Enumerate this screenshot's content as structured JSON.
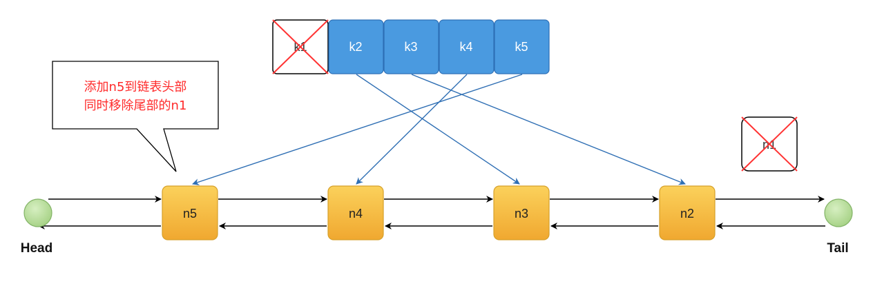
{
  "keys": {
    "removed": "k1",
    "active": [
      "k2",
      "k3",
      "k4",
      "k5"
    ]
  },
  "list": {
    "nodes": [
      "n5",
      "n4",
      "n3",
      "n2"
    ],
    "removed_node": "n1",
    "head_label": "Head",
    "tail_label": "Tail"
  },
  "callout": {
    "line1": "添加n5到链表头部",
    "line2": "同时移除尾部的n1"
  },
  "mappings": [
    {
      "key": "k2",
      "node": "n3"
    },
    {
      "key": "k3",
      "node": "n2"
    },
    {
      "key": "k4",
      "node": "n4"
    },
    {
      "key": "k5",
      "node": "n5"
    }
  ],
  "colors": {
    "key_fill": "#4a9ae0",
    "key_stroke": "#2d6fb6",
    "node_fill_top": "#fbd15b",
    "node_fill_bottom": "#f0a830",
    "node_stroke": "#d6a02a",
    "end_fill": "#b5dd93",
    "end_stroke": "#82b366",
    "map_arrow": "#2f6fb4",
    "link_arrow": "#000000",
    "cross": "#ff3333",
    "callout_text": "#ff2a2a"
  }
}
